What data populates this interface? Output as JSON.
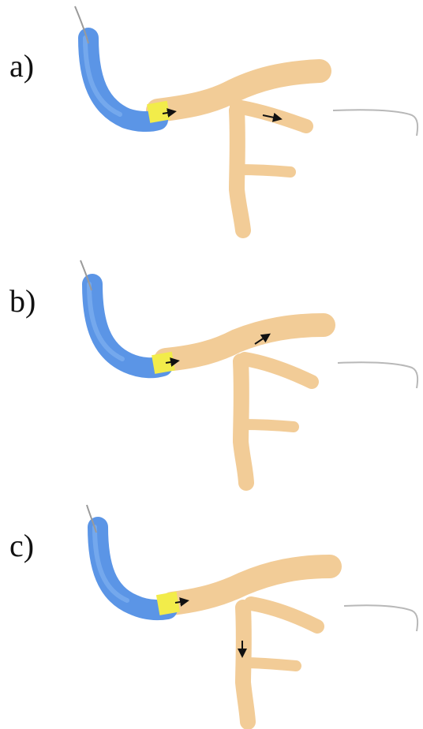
{
  "panels": [
    {
      "label": "a)",
      "arrow_target": "upper-right-branch"
    },
    {
      "label": "b)",
      "arrow_target": "upper-main-vessel"
    },
    {
      "label": "c)",
      "arrow_target": "descending-branch"
    }
  ],
  "colors": {
    "catheter": "#5b95e6",
    "catheter_edge": "#3f74c9",
    "balloon": "#f2ec4a",
    "vessel": "#f2cc97",
    "wire": "#b8b8b8",
    "arrow": "#111111"
  }
}
